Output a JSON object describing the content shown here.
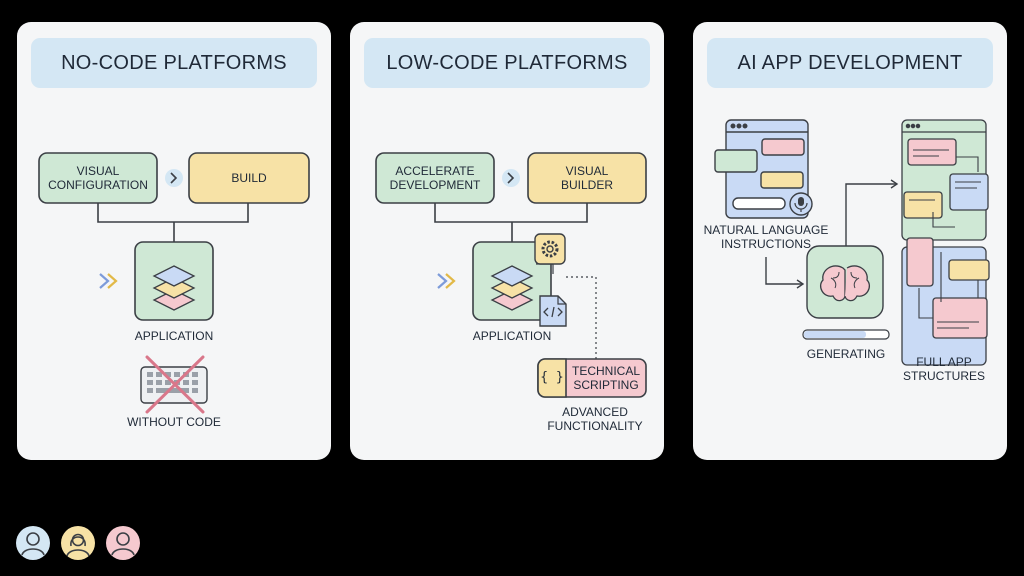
{
  "panels": [
    {
      "title": "NO-CODE PLATFORMS",
      "box_a": "VISUAL\nCONFIGURATION",
      "box_b": "BUILD",
      "app_label": "APPLICATION",
      "bottom_label": "WITHOUT CODE"
    },
    {
      "title": "LOW-CODE PLATFORMS",
      "box_a": "ACCELERATE\nDEVELOPMENT",
      "box_b": "VISUAL\nBUILDER",
      "app_label": "APPLICATION",
      "script_symbol": "{ }",
      "script_label": "TECHNICAL\nSCRIPTING",
      "bottom_label": "ADVANCED\nFUNCTIONALITY"
    },
    {
      "title": "AI APP DEVELOPMENT",
      "input_label": "NATURAL LANGUAGE\nINSTRUCTIONS",
      "generating_label": "GENERATING",
      "output_label": "FULL APP\nSTRUCTURES"
    }
  ],
  "colors": {
    "green": "#cfe8d5",
    "yellow": "#f7e2a6",
    "pink": "#f5c9cf",
    "blue": "#c9daf5",
    "title_bg": "#d4e7f4",
    "outline": "#3b3f45"
  },
  "icons": [
    "chevron-right-icon",
    "layers-icon",
    "double-chevron-icon",
    "keyboard-icon",
    "gear-icon",
    "code-file-icon",
    "braces-icon",
    "chat-window-icon",
    "microphone-icon",
    "brain-icon",
    "progress-bar",
    "app-screens-icon",
    "user-icon"
  ]
}
